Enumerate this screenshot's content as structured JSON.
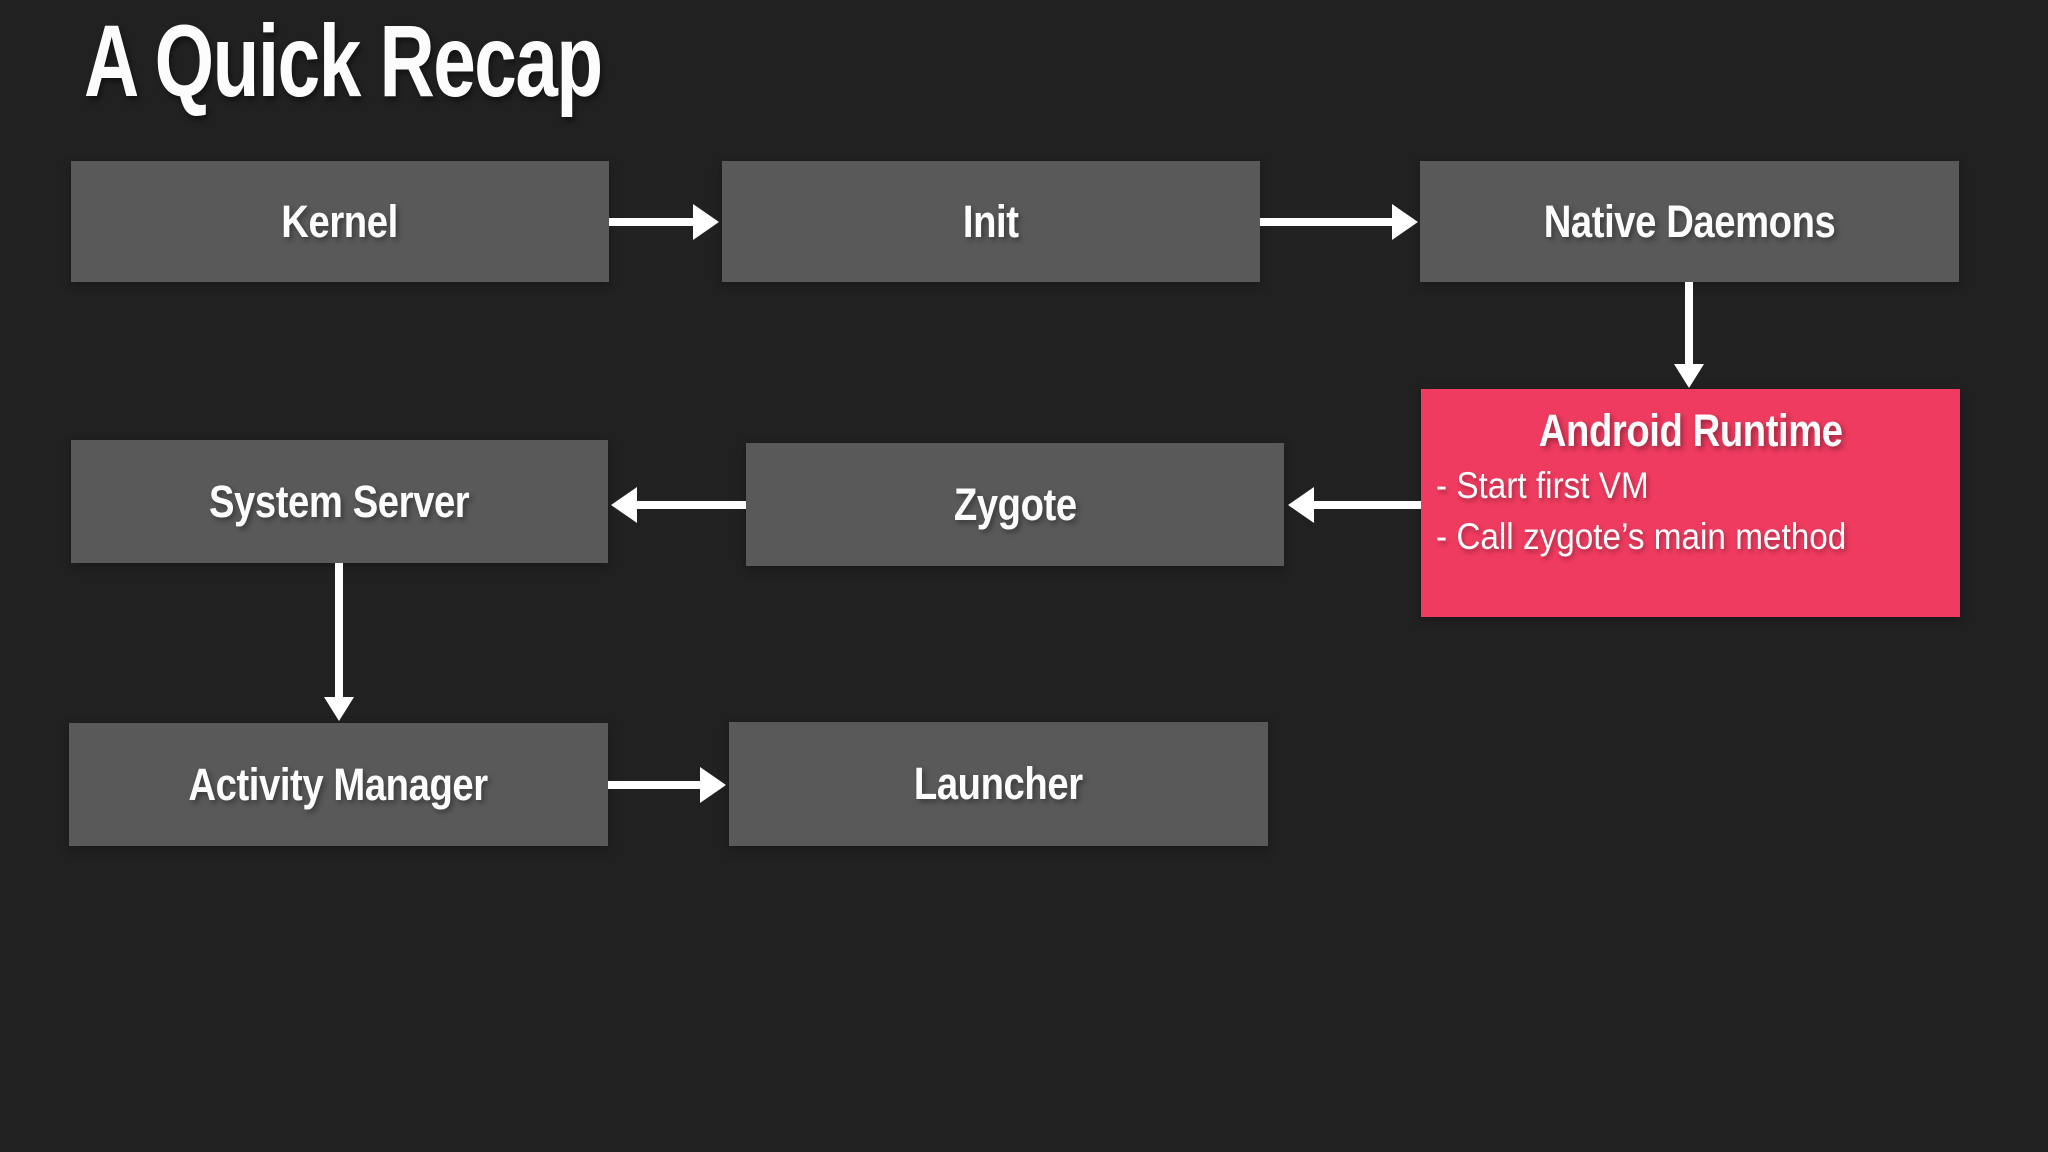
{
  "slide": {
    "title": "A Quick Recap"
  },
  "theme": {
    "background": "#212121",
    "node_fill": "#595959",
    "highlight_fill": "#ef3b5f",
    "text_color": "#fcfcfc",
    "arrow_color": "#ffffff"
  },
  "diagram": {
    "nodes": {
      "kernel": {
        "label": "Kernel"
      },
      "init": {
        "label": "Init"
      },
      "native_daemons": {
        "label": "Native Daemons"
      },
      "android_runtime": {
        "label": "Android Runtime",
        "bullets": [
          "- Start first VM",
          "- Call zygote’s main method"
        ],
        "highlighted": true
      },
      "zygote": {
        "label": "Zygote"
      },
      "system_server": {
        "label": "System Server"
      },
      "activity_manager": {
        "label": "Activity Manager"
      },
      "launcher": {
        "label": "Launcher"
      }
    },
    "edges": [
      {
        "from": "Kernel",
        "to": "Init",
        "direction": "right"
      },
      {
        "from": "Init",
        "to": "Native Daemons",
        "direction": "right"
      },
      {
        "from": "Native Daemons",
        "to": "Android Runtime",
        "direction": "down"
      },
      {
        "from": "Android Runtime",
        "to": "Zygote",
        "direction": "left"
      },
      {
        "from": "Zygote",
        "to": "System Server",
        "direction": "left"
      },
      {
        "from": "System Server",
        "to": "Activity Manager",
        "direction": "down"
      },
      {
        "from": "Activity Manager",
        "to": "Launcher",
        "direction": "right"
      }
    ]
  }
}
